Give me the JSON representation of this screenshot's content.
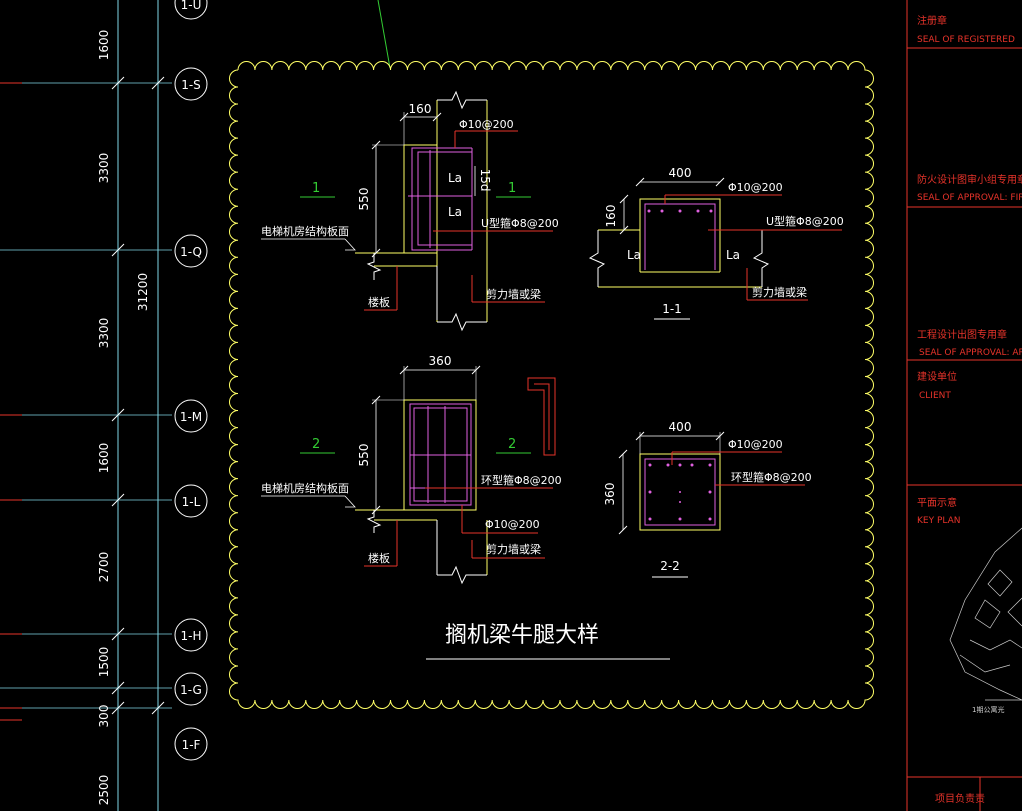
{
  "axis": {
    "labels": [
      "1-U",
      "1-S",
      "1-Q",
      "1-M",
      "1-L",
      "1-H",
      "1-G",
      "1-F"
    ],
    "spacings": [
      "1600",
      "3300",
      "3300",
      "1600",
      "2700",
      "1500",
      "300",
      "2500"
    ],
    "total": "31200"
  },
  "detail_title": "搁机梁牛腿大样",
  "detail1": {
    "mark": "1",
    "width": "160",
    "height": "550",
    "top_rebar": "Φ10@200",
    "embed": "15d",
    "la_top": "La",
    "la_bottom": "La",
    "stirrup": "U型箍Φ8@200",
    "slab_label": "电梯机房结构板面",
    "floor": "楼板",
    "wall": "剪力墙或梁"
  },
  "section11": {
    "width": "400",
    "height": "160",
    "rebar": "Φ10@200",
    "stirrup": "U型箍Φ8@200",
    "la_left": "La",
    "la_right": "La",
    "wall": "剪力墙或梁",
    "title": "1-1"
  },
  "detail2": {
    "mark": "2",
    "width": "360",
    "height": "550",
    "stirrup": "环型箍Φ8@200",
    "bottom_rebar": "Φ10@200",
    "slab_label": "电梯机房结构板面",
    "floor": "楼板",
    "wall": "剪力墙或梁"
  },
  "section22": {
    "width": "400",
    "height": "360",
    "rebar": "Φ10@200",
    "stirrup": "环型箍Φ8@200",
    "title": "2-2"
  },
  "panel": {
    "seal_registered_cn": "注册章",
    "seal_registered_en": "SEAL OF REGISTERED",
    "seal_fire_cn": "防火设计图审小组专用章",
    "seal_fire_en": "SEAL OF APPROVAL: FIR",
    "seal_arch_cn": "工程设计出图专用章",
    "seal_arch_en": "SEAL OF APPROVAL: AR",
    "client_cn": "建设单位",
    "client_en": "CLIENT",
    "keyplan_cn": "平面示意",
    "keyplan_en": "KEY PLAN",
    "keyplan_note": "1期公寓光",
    "project_cn": "项目负责责"
  },
  "colors": {
    "background": "#000000",
    "axis_line": "#7fd6e6",
    "cloud": "#ffff66",
    "concrete": "#ffff66",
    "rebar": "#e060e0",
    "leader": "#e6332a",
    "section_mark": "#33cc33",
    "panel_line": "#e6332a"
  }
}
